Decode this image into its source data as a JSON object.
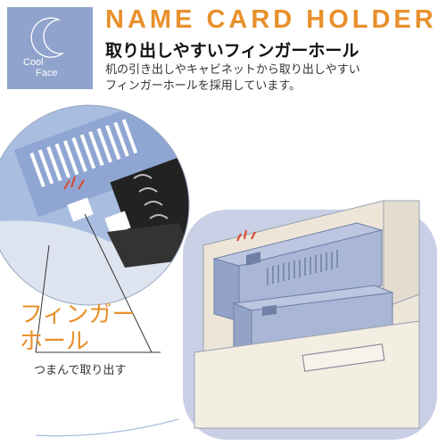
{
  "logo": {
    "line1": "Cool",
    "line2": "Face",
    "bg_color": "#8fa3cc"
  },
  "header": {
    "title": "NAME CARD HOLDER",
    "subtitle": "取り出しやすいフィンガーホール",
    "description_lines": [
      "机の引き出しやキャビネットから取り出しやすい",
      "フィンガーホールを採用しています。"
    ],
    "accent_color": "#e8902c"
  },
  "callout": {
    "label_lines": [
      "フィンガー",
      "ホール"
    ],
    "caption": "つまんで取り出す"
  }
}
